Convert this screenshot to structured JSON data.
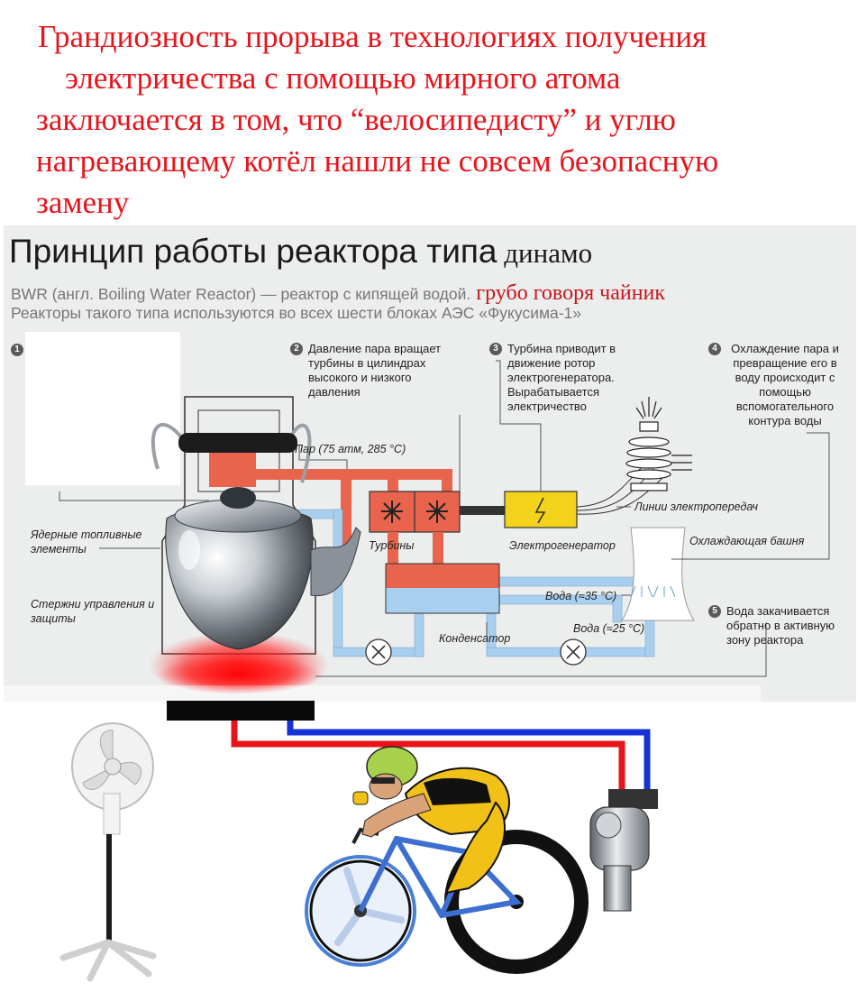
{
  "headline": {
    "line1": "Грандиозность прорыва в технологиях получения",
    "line2": "электричества с помощью мирного атома",
    "line3": "заключается в том, что “велосипедисту” и углю",
    "line4": "нагревающему котёл нашли не совсем безопасную",
    "line5": "замену"
  },
  "panel": {
    "title_main": "Принцип работы реактора типа",
    "title_overlay": " динамо",
    "subtitle": "BWR (англ. Boiling Water Reactor) — реактор с кипящей водой.",
    "subtitle_overlay": "грубо говоря чайник",
    "subtitle2": "Реакторы такого типа используются во всех шести блоках АЭС «Фукусима-1»",
    "step1_num": "1",
    "step2": {
      "num": "2",
      "text": "Давление пара вращает турбины в цилиндрах высокого и низкого давления"
    },
    "step3": {
      "num": "3",
      "text": "Турбина приводит в движение ротор электрогенератора. Вырабатывается электричество"
    },
    "step4": {
      "num": "4",
      "text": "Охлаждение пара и превращение его в воду происходит с помощью вспомогательного контура воды"
    },
    "step5": {
      "num": "5",
      "text": "Вода закачивается обратно в активную зону реактора"
    },
    "labels": {
      "steam": "Пар (75 атм, 285 °С)",
      "fuel": "Ядерные топливные элементы",
      "rods": "Стержни управления и защиты",
      "turbines": "Турбины",
      "generator": "Электрогенератор",
      "lines": "Линии электропередач",
      "tower": "Охлаждающая башня",
      "water35": "Вода (≈35 °С)",
      "water25": "Вода (≈25 °С)",
      "condenser": "Конденсатор"
    }
  },
  "colors": {
    "headline": "#e8141b",
    "steam": "#e8644d",
    "water": "#a9cfee",
    "generator": "#f2d21a",
    "heater": "#ff1a1a",
    "wire_red": "#e8141b",
    "wire_blue": "#1432d6"
  },
  "icons": [
    "kettle-icon",
    "fan-icon",
    "cyclist-icon",
    "dynamo-icon",
    "insulator-icon",
    "turbine-icon",
    "pump-icon"
  ]
}
